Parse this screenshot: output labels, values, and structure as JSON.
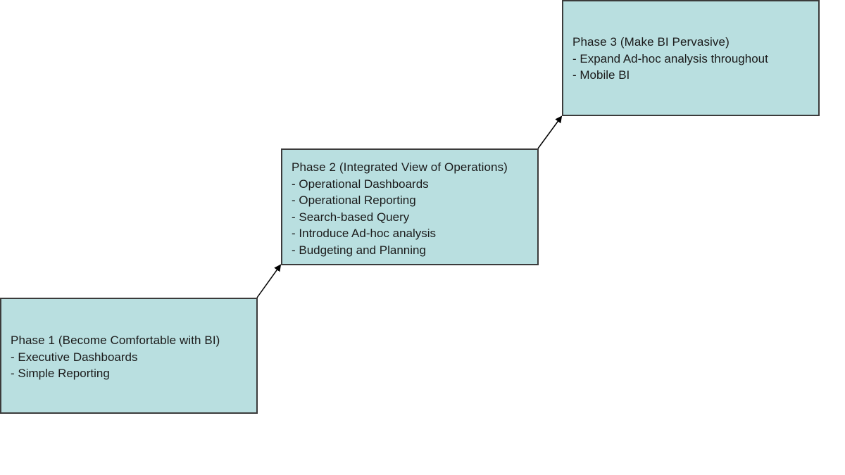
{
  "diagram": {
    "phases": [
      {
        "title": "Phase 1 (Become Comfortable  with BI)",
        "items": [
          "Executive Dashboards",
          "Simple Reporting"
        ]
      },
      {
        "title": "Phase 2 (Integrated  View of Operations)",
        "items": [
          "Operational  Dashboards",
          "Operational  Reporting",
          "Search-based  Query",
          "Introduce Ad-hoc analysis",
          "Budgeting and Planning"
        ]
      },
      {
        "title": "Phase 3 (Make BI Pervasive)",
        "items": [
          "Expand Ad-hoc  analysis throughout",
          "Mobile BI"
        ]
      }
    ],
    "colors": {
      "box_fill": "#b9dfe0",
      "box_border": "#3b3b3b",
      "arrow": "#000000"
    }
  }
}
